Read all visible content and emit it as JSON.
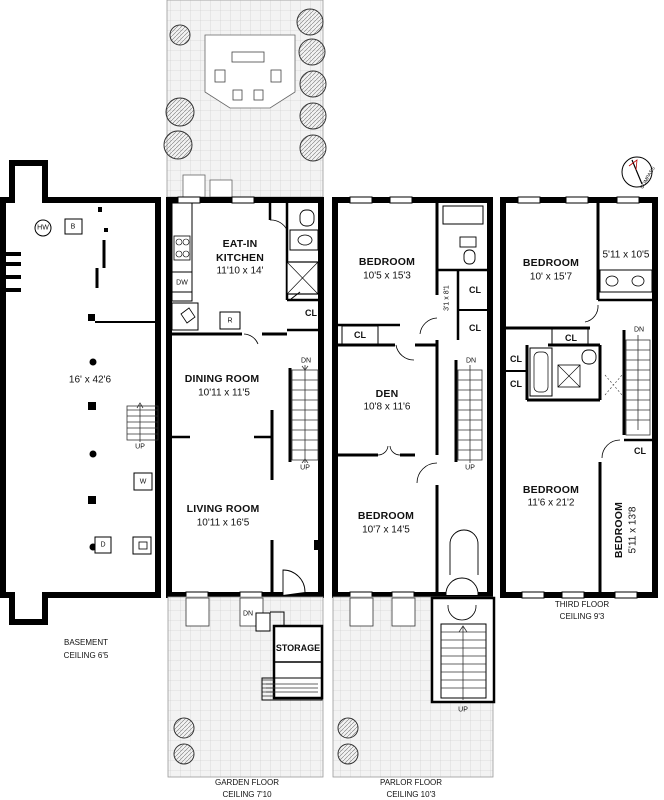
{
  "colors": {
    "wall": "#000000",
    "paving": "#cccccc",
    "line": "#555555",
    "fill": "#ffffff"
  },
  "basement": {
    "dimensions": "16' x 42'6",
    "hw": "HW",
    "b": "B",
    "w": "W",
    "d": "D",
    "up": "UP",
    "caption_name": "BASEMENT",
    "caption_ceiling": "CEILING 6'5"
  },
  "garden": {
    "kitchen_name_1": "EAT-IN",
    "kitchen_name_2": "KITCHEN",
    "kitchen_dim": "11'10 x 14'",
    "dw": "DW",
    "r": "R",
    "cl": "CL",
    "dining_name": "DINING ROOM",
    "dining_dim": "10'11 x 11'5",
    "living_name": "LIVING ROOM",
    "living_dim": "10'11 x 16'5",
    "dn_stair": "DN",
    "up_stair": "UP",
    "dn_front": "DN",
    "storage": "STORAGE",
    "caption_name": "GARDEN FLOOR",
    "caption_ceiling": "CEILING 7'10"
  },
  "parlor": {
    "bed1_name": "BEDROOM",
    "bed1_dim": "10'5 x 15'3",
    "closet_dim": "3'1 x 8'1",
    "cl": "CL",
    "den_name": "DEN",
    "den_dim": "10'8 x 11'6",
    "bed2_name": "BEDROOM",
    "bed2_dim": "10'7 x 14'5",
    "dn": "DN",
    "up": "UP",
    "stoop_up": "UP",
    "caption_name": "PARLOR FLOOR",
    "caption_ceiling": "CEILING 10'3"
  },
  "third": {
    "bed1_name": "BEDROOM",
    "bed1_dim": "10' x 15'7",
    "small_dim": "5'11 x 10'5",
    "cl": "CL",
    "dn": "DN",
    "bed2_name": "BEDROOM",
    "bed2_dim": "11'6 x 21'2",
    "bed3_name": "BEDROOM",
    "bed3_dim": "5'11 x 13'8",
    "caption_name": "THIRD FLOOR",
    "caption_ceiling": "CEILING 9'3"
  },
  "compass": {
    "label": "COMPASS"
  }
}
